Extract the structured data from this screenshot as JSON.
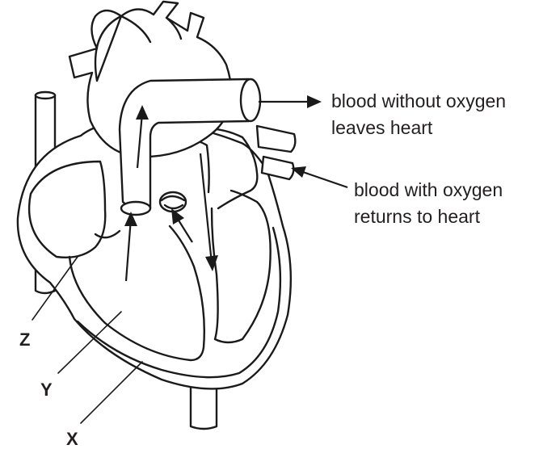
{
  "labels": {
    "blood_out_line1": "blood without oxygen",
    "blood_out_line2": "leaves heart",
    "blood_in_line1": "blood with oxygen",
    "blood_in_line2": "returns to heart",
    "z": "Z",
    "y": "Y",
    "x": "X"
  },
  "colors": {
    "line": "#1a1a1a",
    "text": "#231f20",
    "background": "#ffffff"
  }
}
